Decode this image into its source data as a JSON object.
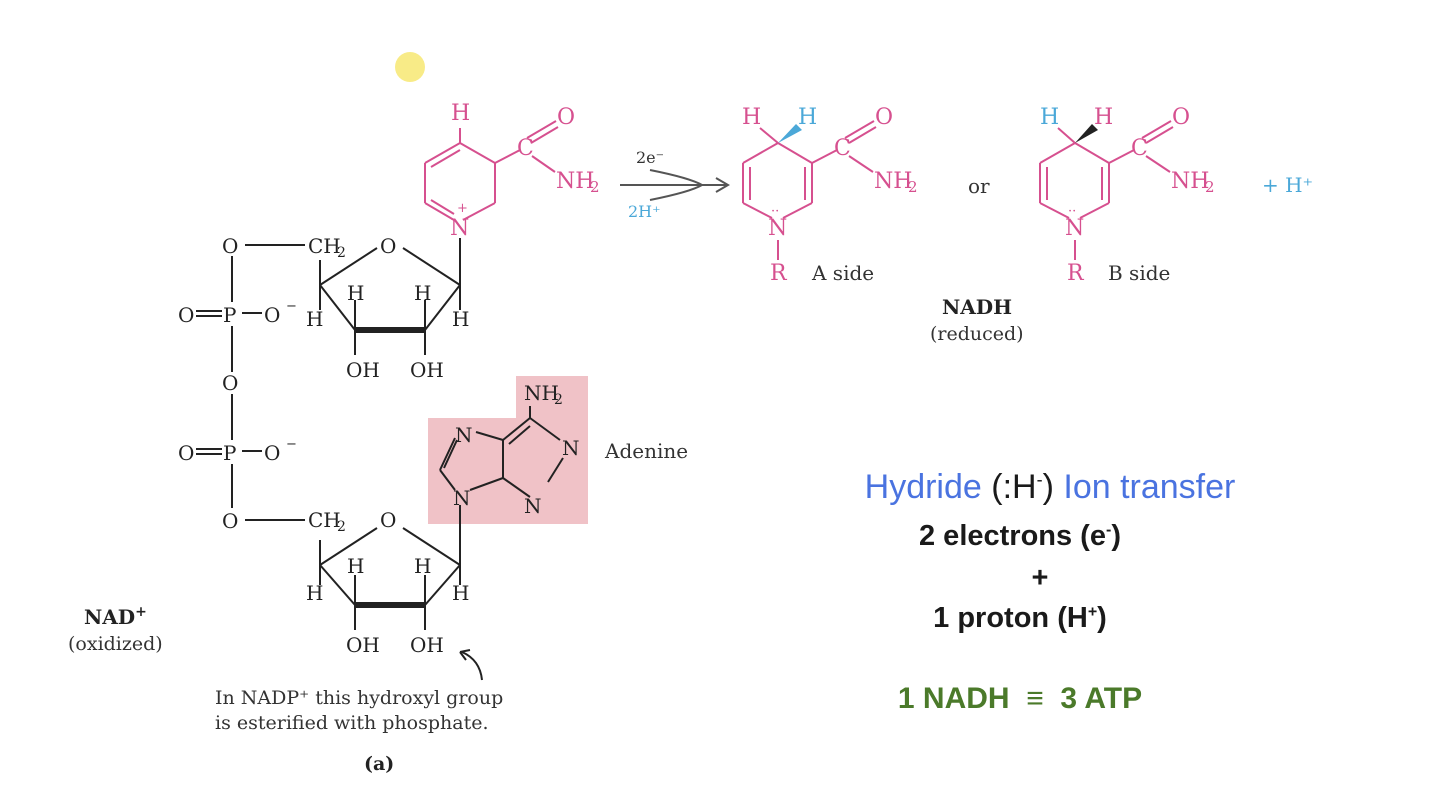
{
  "colors": {
    "magenta": "#d6508f",
    "cyan": "#4ba8d8",
    "black": "#222222",
    "adenine_box": "#f0c2c7",
    "blue_text": "#4a73e0",
    "green_text": "#4b7a2a",
    "cursor": "#f7e97a"
  },
  "nad": {
    "title": "NAD",
    "title_sup": "+",
    "subtitle": "(oxidized)",
    "adenine_label": "Adenine",
    "footnote_line1": "In NADP⁺ this hydroxyl group",
    "footnote_line2": "is esterified with phosphate.",
    "panel_label": "(a)"
  },
  "reaction": {
    "arrow_top": "2e⁻",
    "arrow_bottom": "2H⁺",
    "or": "or",
    "proton": "+ H⁺",
    "a_side": "A side",
    "b_side": "B side"
  },
  "nadh": {
    "title": "NADH",
    "subtitle": "(reduced)"
  },
  "info": {
    "title_part1": "Hydride",
    "title_part2": "(:H",
    "title_part3": "-",
    "title_part4": ")",
    "title_part5": "Ion transfer",
    "line1": "2 electrons (e",
    "line1_sup": "-",
    "line1_end": ")",
    "plus": "+",
    "line3": "1 proton (H",
    "line3_sup": "+",
    "line3_end": ")",
    "atp": "1 NADH  ≡  3 ATP"
  }
}
